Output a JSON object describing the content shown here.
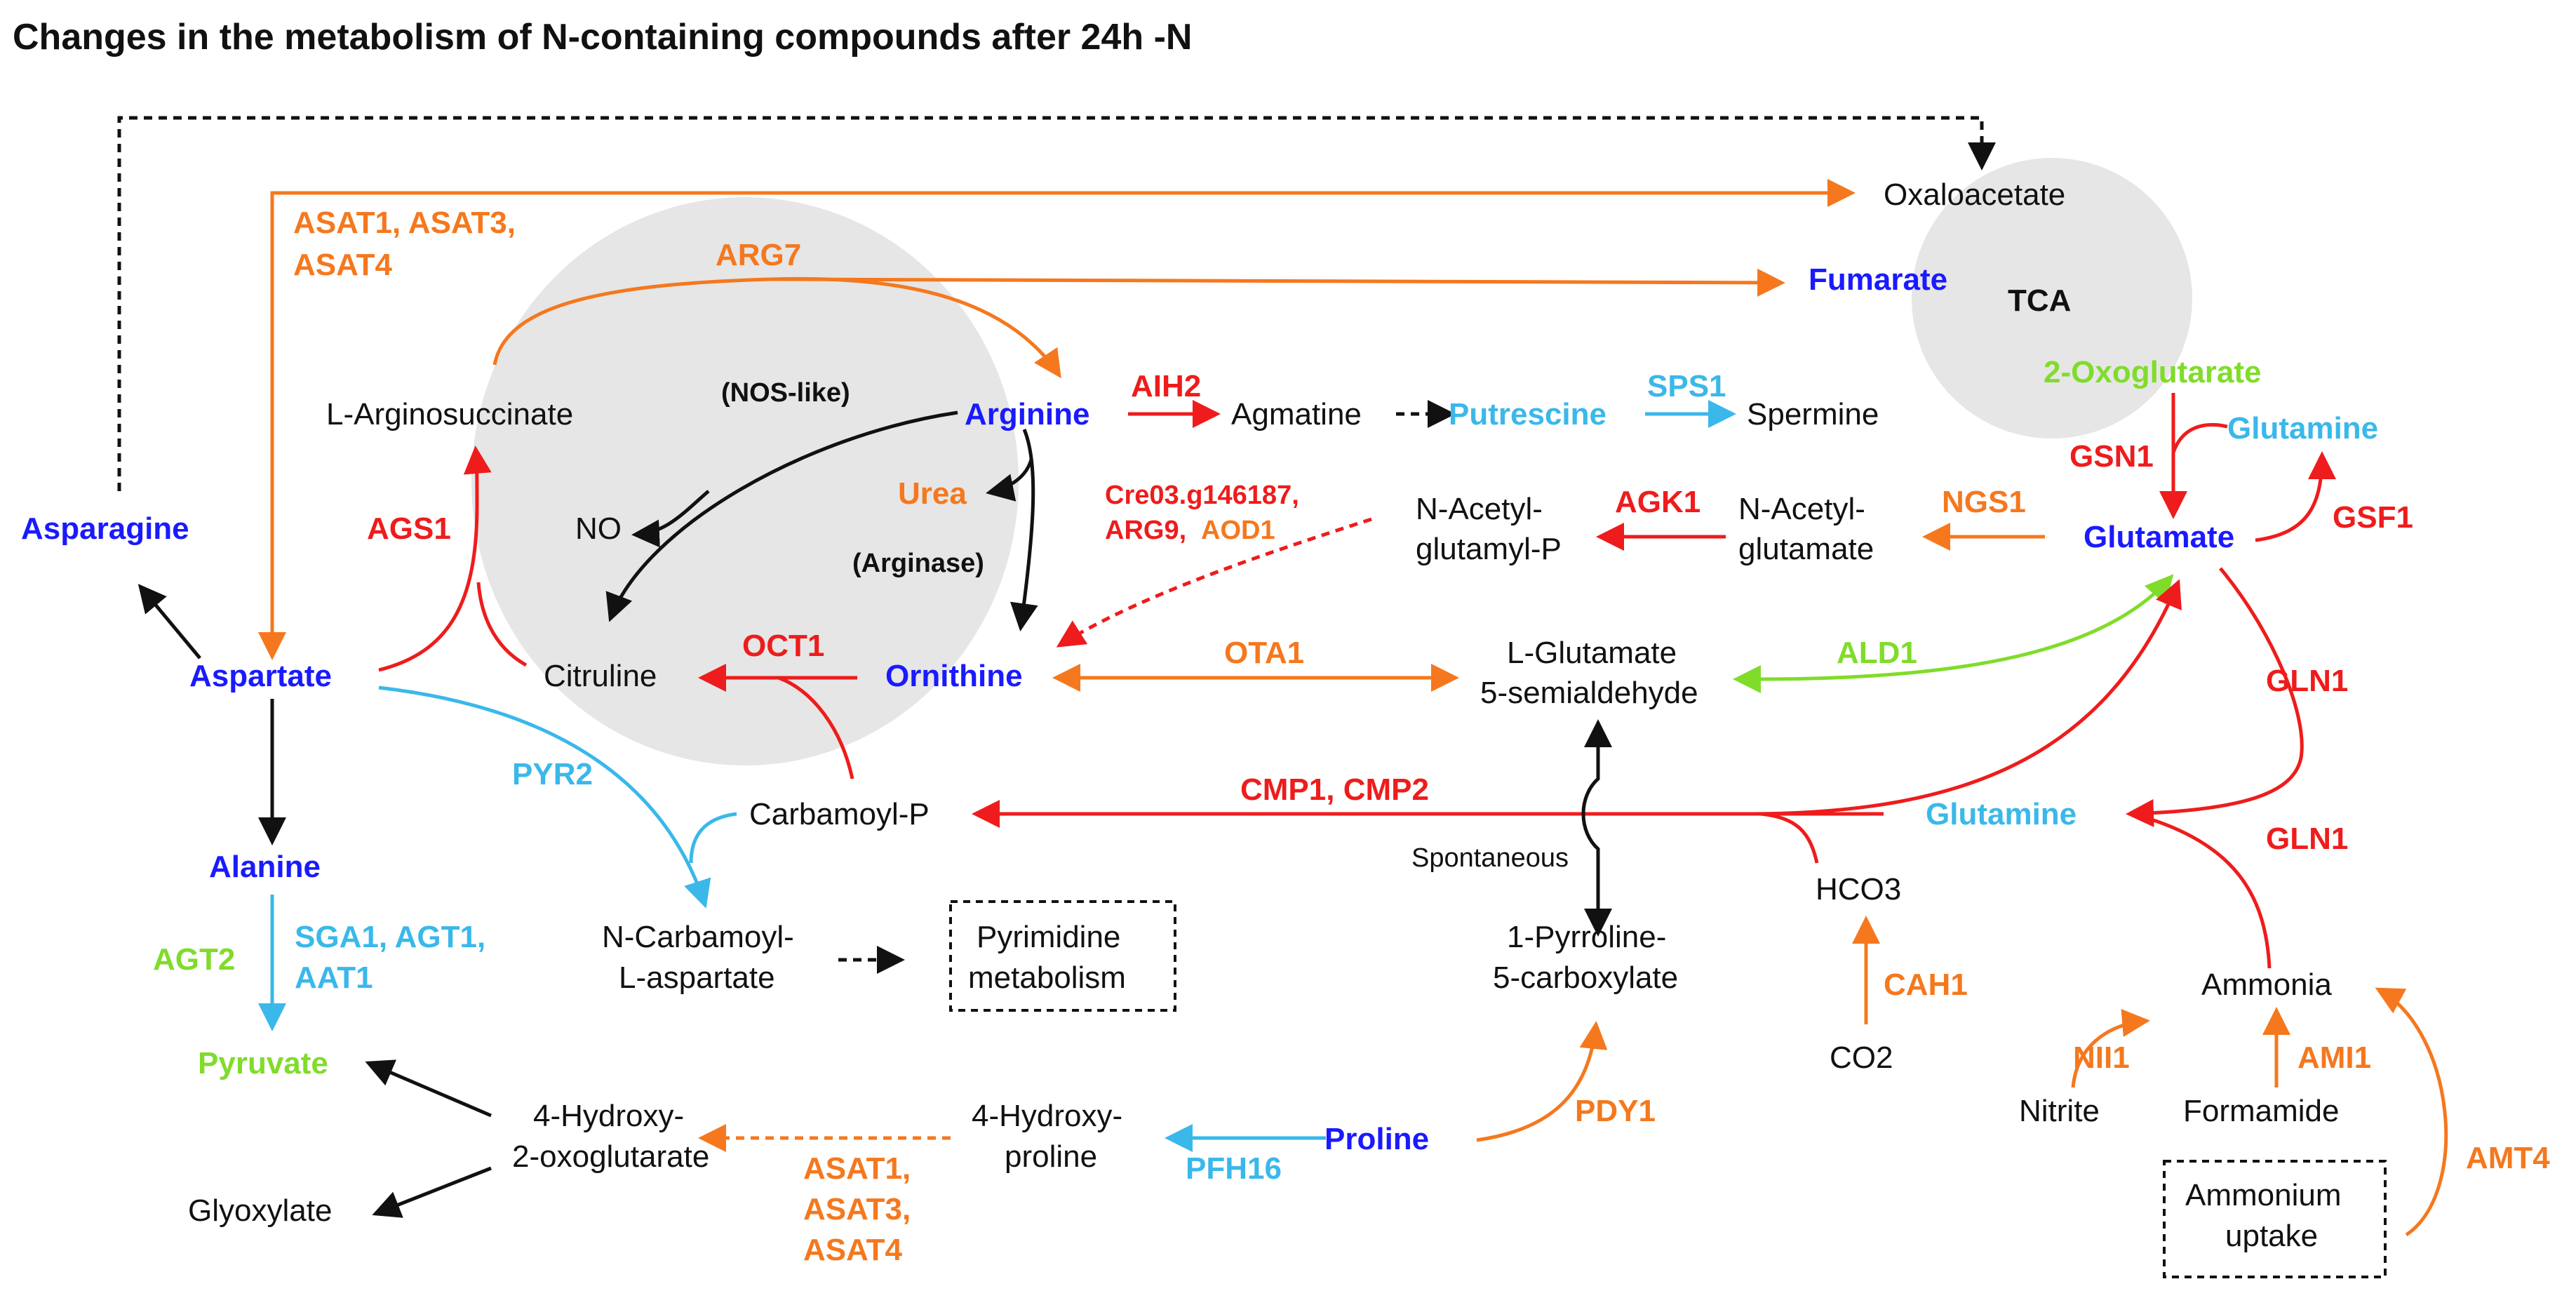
{
  "title": "Changes in the metabolism of N-containing compounds after 24h -N",
  "colors": {
    "increased_strong": "#1a1aff",
    "increased": "#3ab8ea",
    "unchanged": "#80dc2a",
    "decreased": "#f5781e",
    "decreased_strong": "#ee1c1c",
    "neutral": "#111111",
    "compartment_fill": "#e6e6e6"
  },
  "compartments": {
    "tca": "TCA"
  },
  "metabolites": {
    "oxaloacetate": "Oxaloacetate",
    "fumarate": "Fumarate",
    "oxoglutarate": "2-Oxoglutarate",
    "glutamine_top": "Glutamine",
    "glutamate": "Glutamate",
    "l_arginosuccinate": "L-Arginosuccinate",
    "arginine": "Arginine",
    "agmatine": "Agmatine",
    "putrescine": "Putrescine",
    "spermine": "Spermine",
    "urea": "Urea",
    "no": "NO",
    "asparagine": "Asparagine",
    "aspartate": "Aspartate",
    "citruline": "Citruline",
    "ornithine": "Ornithine",
    "n_acetyl_glutamyl_p": [
      "N-Acetyl-",
      "glutamyl-P"
    ],
    "n_acetyl_glutamate": [
      "N-Acetyl-",
      "glutamate"
    ],
    "l_glutamate_semialdehyde": [
      "L-Glutamate",
      "5-semialdehyde"
    ],
    "carbamoyl_p": "Carbamoyl-P",
    "glutamine_mid": "Glutamine",
    "alanine": "Alanine",
    "hco3": "HCO3",
    "n_carbamoyl_l_aspartate": [
      "N-Carbamoyl-",
      "L-aspartate"
    ],
    "pyrimidine_metabolism": [
      "Pyrimidine",
      "metabolism"
    ],
    "pyrroline_carboxylate": [
      "1-Pyrroline-",
      "5-carboxylate"
    ],
    "pyruvate": "Pyruvate",
    "ammonia": "Ammonia",
    "co2": "CO2",
    "hydroxy_oxoglutarate": [
      "4-Hydroxy-",
      "2-oxoglutarate"
    ],
    "hydroxy_proline": [
      "4-Hydroxy-",
      "proline"
    ],
    "proline": "Proline",
    "nitrite": "Nitrite",
    "formamide": "Formamide",
    "glyoxylate": "Glyoxylate",
    "ammonium_uptake": [
      "Ammonium",
      "uptake"
    ]
  },
  "enzymes": {
    "asat_top": [
      "ASAT1, ASAT3,",
      "ASAT4"
    ],
    "arg7": "ARG7",
    "nos_like": "(NOS-like)",
    "arginase": "(Arginase)",
    "aih2": "AIH2",
    "sps1": "SPS1",
    "gsn1": "GSN1",
    "gsf1": "GSF1",
    "ags1": "AGS1",
    "cre03": [
      "Cre03.g146187,",
      "ARG9,",
      "AOD1"
    ],
    "agk1": "AGK1",
    "ngs1": "NGS1",
    "oct1": "OCT1",
    "ota1": "OTA1",
    "ald1": "ALD1",
    "gln1_upper": "GLN1",
    "gln1_lower": "GLN1",
    "pyr2": "PYR2",
    "cmp": "CMP1, CMP2",
    "spontaneous": "Spontaneous",
    "agt2": "AGT2",
    "sga1": [
      "SGA1, AGT1,",
      "AAT1"
    ],
    "cah1": "CAH1",
    "nii1": "NII1",
    "ami1": "AMI1",
    "pdy1": "PDY1",
    "amt4": "AMT4",
    "pfh16": "PFH16",
    "asat_bottom": [
      "ASAT1,",
      "ASAT3,",
      "ASAT4"
    ]
  }
}
